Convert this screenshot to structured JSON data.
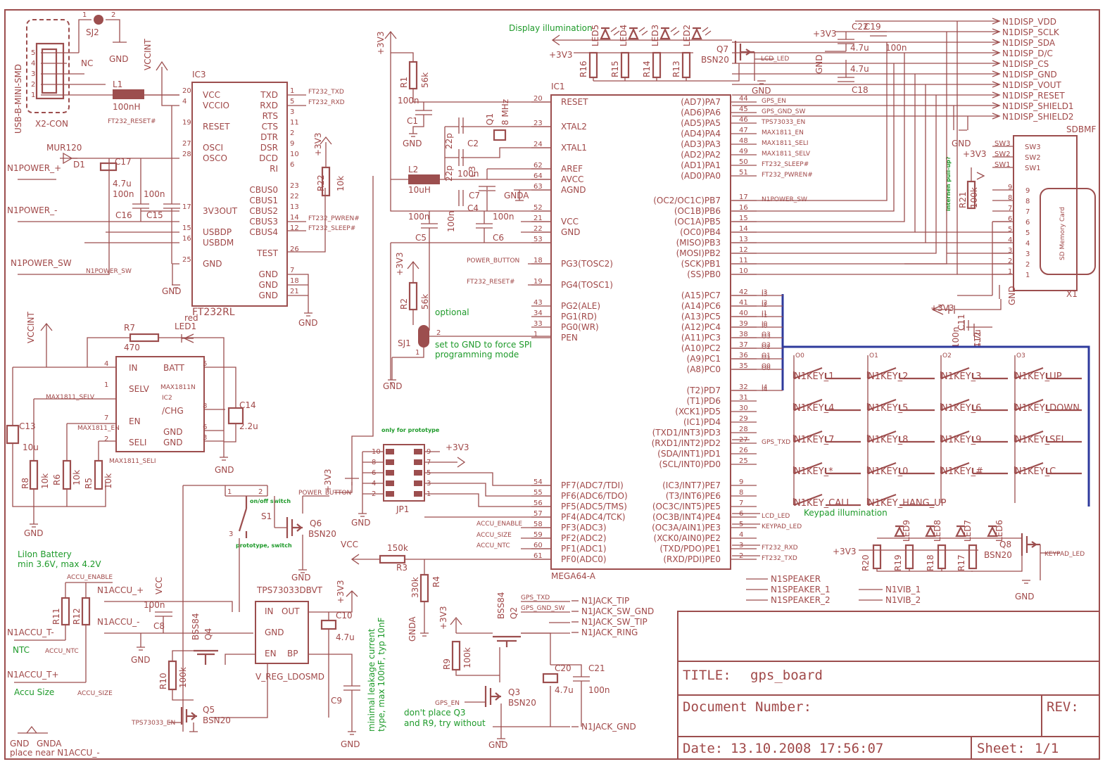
{
  "title_block": {
    "title_label": "TITLE:",
    "title_value": "gps_board",
    "docnum_label": "Document Number:",
    "rev_label": "REV:",
    "date_label": "Date:",
    "date_value": "13.10.2008 17:56:07",
    "sheet_label": "Sheet:",
    "sheet_value": "1/1"
  },
  "usb": {
    "name": "USB-B-MINI-SMD",
    "ref": "X2-CON",
    "pins": [
      "5",
      "4",
      "3",
      "2",
      "1"
    ],
    "nc": "NC",
    "jumper": "SJ2",
    "j1": "1",
    "j2": "2",
    "gnd": "GND",
    "vccint": "VCCINT"
  },
  "ft232": {
    "ref": "IC3",
    "part": "FT232RL",
    "left_pins": [
      {
        "num": "20",
        "name": "VCC"
      },
      {
        "num": "4",
        "name": "VCCIO"
      },
      {
        "num": "19",
        "name": "RESET"
      },
      {
        "num": "27",
        "name": "OSCI"
      },
      {
        "num": "28",
        "name": "OSCO"
      },
      {
        "num": "17",
        "name": "3V3OUT"
      },
      {
        "num": "15",
        "name": "USBDP"
      },
      {
        "num": "16",
        "name": "USBDM"
      },
      {
        "num": "25",
        "name": "GND"
      }
    ],
    "right_pins": [
      {
        "num": "1",
        "name": "TXD"
      },
      {
        "num": "5",
        "name": "RXD"
      },
      {
        "num": "3",
        "name": "RTS"
      },
      {
        "num": "11",
        "name": "CTS"
      },
      {
        "num": "2",
        "name": "DTR"
      },
      {
        "num": "9",
        "name": "DSR"
      },
      {
        "num": "10",
        "name": "DCD"
      },
      {
        "num": "6",
        "name": "RI"
      },
      {
        "num": "23",
        "name": "CBUS0"
      },
      {
        "num": "22",
        "name": "CBUS1"
      },
      {
        "num": "13",
        "name": "CBUS2"
      },
      {
        "num": "14",
        "name": "CBUS3"
      },
      {
        "num": "12",
        "name": "CBUS4"
      },
      {
        "num": "26",
        "name": "TEST"
      },
      {
        "num": "7",
        "name": "GND"
      },
      {
        "num": "18",
        "name": "GND"
      },
      {
        "num": "21",
        "name": "GND"
      }
    ],
    "net_txd": "FT232_TXD",
    "net_rxd": "FT232_RXD",
    "net_pwren": "FT232_PWREN#",
    "net_sleep": "FT232_SLEEP#",
    "net_reset": "FT232_RESET#"
  },
  "mcu": {
    "ref": "IC1",
    "part": "MEGA64-A",
    "left_pins": [
      {
        "num": "20",
        "name": "RESET"
      },
      {
        "num": "23",
        "name": "XTAL2"
      },
      {
        "num": "24",
        "name": "XTAL1"
      },
      {
        "num": "62",
        "name": "AREF"
      },
      {
        "num": "64",
        "name": "AVCC"
      },
      {
        "num": "63",
        "name": "AGND"
      },
      {
        "num": "52",
        "name": ""
      },
      {
        "num": "21",
        "name": "VCC"
      },
      {
        "num": "22",
        "name": "GND"
      },
      {
        "num": "53",
        "name": ""
      },
      {
        "num": "18",
        "name": "PG3(TOSC2)"
      },
      {
        "num": "19",
        "name": "PG4(TOSC1)"
      },
      {
        "num": "43",
        "name": "PG2(ALE)"
      },
      {
        "num": "34",
        "name": "PG1(RD)"
      },
      {
        "num": "33",
        "name": "PG0(WR)"
      },
      {
        "num": "1",
        "name": "PEN"
      },
      {
        "num": "54",
        "name": "PF7(ADC7/TDI)"
      },
      {
        "num": "55",
        "name": "PF6(ADC6/TDO)"
      },
      {
        "num": "56",
        "name": "PF5(ADC5/TMS)"
      },
      {
        "num": "57",
        "name": "PF4(ADC4/TCK)"
      },
      {
        "num": "58",
        "name": "PF3(ADC3)"
      },
      {
        "num": "59",
        "name": "PF2(ADC2)"
      },
      {
        "num": "60",
        "name": "PF1(ADC1)"
      },
      {
        "num": "61",
        "name": "PF0(ADC0)"
      }
    ],
    "right_pins": [
      {
        "num": "44",
        "name": "(AD7)PA7",
        "net": "GPS_EN"
      },
      {
        "num": "45",
        "name": "(AD6)PA6",
        "net": "GPS_GND_SW"
      },
      {
        "num": "46",
        "name": "(AD5)PA5",
        "net": "TPS73033_EN"
      },
      {
        "num": "47",
        "name": "(AD4)PA4",
        "net": "MAX1811_EN"
      },
      {
        "num": "48",
        "name": "(AD3)PA3",
        "net": "MAX1811_SELI"
      },
      {
        "num": "49",
        "name": "(AD2)PA2",
        "net": "MAX1811_SELV"
      },
      {
        "num": "50",
        "name": "(AD1)PA1",
        "net": "FT232_SLEEP#"
      },
      {
        "num": "51",
        "name": "(AD0)PA0",
        "net": "FT232_PWREN#"
      },
      {
        "num": "17",
        "name": "(OC2/OC1C)PB7",
        "net": "N1POWER_SW"
      },
      {
        "num": "16",
        "name": "(OC1B)PB6",
        "net": ""
      },
      {
        "num": "15",
        "name": "(OC1A)PB5",
        "net": ""
      },
      {
        "num": "14",
        "name": "(OC0)PB4",
        "net": ""
      },
      {
        "num": "13",
        "name": "(MISO)PB3",
        "net": ""
      },
      {
        "num": "12",
        "name": "(MOSI)PB2",
        "net": ""
      },
      {
        "num": "11",
        "name": "(SCK)PB1",
        "net": ""
      },
      {
        "num": "10",
        "name": "(SS)PB0",
        "net": ""
      },
      {
        "num": "42",
        "name": "(A15)PC7",
        "net": "I3"
      },
      {
        "num": "41",
        "name": "(A14)PC6",
        "net": "I2"
      },
      {
        "num": "40",
        "name": "(A13)PC5",
        "net": "I1"
      },
      {
        "num": "39",
        "name": "(A12)PC4",
        "net": "I0"
      },
      {
        "num": "38",
        "name": "(A11)PC3",
        "net": "O3"
      },
      {
        "num": "37",
        "name": "(A10)PC2",
        "net": "O2"
      },
      {
        "num": "36",
        "name": "(A9)PC1",
        "net": "O1"
      },
      {
        "num": "35",
        "name": "(A8)PC0",
        "net": "O0"
      },
      {
        "num": "32",
        "name": "(T2)PD7",
        "net": "I4"
      },
      {
        "num": "31",
        "name": "(T1)PD6",
        "net": ""
      },
      {
        "num": "30",
        "name": "(XCK1)PD5",
        "net": ""
      },
      {
        "num": "29",
        "name": "(IC1)PD4",
        "net": ""
      },
      {
        "num": "28",
        "name": "(TXD1/INT3)PD3",
        "net": ""
      },
      {
        "num": "27",
        "name": "(RXD1/INT2)PD2",
        "net": "GPS_TXD"
      },
      {
        "num": "26",
        "name": "(SDA/INT1)PD1",
        "net": ""
      },
      {
        "num": "25",
        "name": "(SCL/INT0)PD0",
        "net": ""
      },
      {
        "num": "9",
        "name": "(IC3/INT7)PE7",
        "net": ""
      },
      {
        "num": "8",
        "name": "(T3/INT6)PE6",
        "net": ""
      },
      {
        "num": "7",
        "name": "(OC3C/INT5)PE5",
        "net": ""
      },
      {
        "num": "6",
        "name": "(OC3B/INT4)PE4",
        "net": "LCD_LED"
      },
      {
        "num": "5",
        "name": "(OC3A/AIN1)PE3",
        "net": "KEYPAD_LED"
      },
      {
        "num": "4",
        "name": "(XCK0/AIN0)PE2",
        "net": ""
      },
      {
        "num": "3",
        "name": "(TXD/PDO)PE1",
        "net": "FT232_RXD"
      },
      {
        "num": "2",
        "name": "(RXD/PDI)PE0",
        "net": "FT232_TXD"
      }
    ],
    "net_power_button": "POWER_BUTTON",
    "net_ft232_reset": "FT232_RESET#",
    "net_accu_enable": "ACCU_ENABLE",
    "net_accu_size": "ACCU_SIZE",
    "net_accu_ntc": "ACCU_NTC"
  },
  "display_nets": [
    "N1DISP_VDD",
    "N1DISP_SCLK",
    "N1DISP_SDA",
    "N1DISP_D/C",
    "N1DISP_CS",
    "N1DISP_GND",
    "N1DISP_VOUT",
    "N1DISP_RESET",
    "N1DISP_SHIELD1",
    "N1DISP_SHIELD2"
  ],
  "sd": {
    "name": "SDBMF",
    "ref": "X1",
    "label": "SD Memory Card",
    "sw": [
      "SW3",
      "SW2",
      "SW1"
    ],
    "pins": [
      "9",
      "8",
      "7",
      "6",
      "5",
      "4",
      "3",
      "2",
      "1"
    ],
    "pullup": "internen pull-up?"
  },
  "keys": [
    [
      "N1KEY_1",
      "N1KEY_2",
      "N1KEY_3",
      "N1KEY_UP"
    ],
    [
      "N1KEY_4",
      "N1KEY_5",
      "N1KEY_6",
      "N1KEY_DOWN"
    ],
    [
      "N1KEY_7",
      "N1KEY_8",
      "N1KEY_9",
      "N1KEY_SEL"
    ],
    [
      "N1KEY_*",
      "N1KEY_0",
      "N1KEY_#",
      "N1KEY_C"
    ]
  ],
  "key_bottom": [
    "N1KEY_CALL",
    "N1KEY_HANG_UP"
  ],
  "key_col_labels": [
    "O0",
    "O1",
    "O2",
    "O3"
  ],
  "key_row_labels": [
    "I0",
    "I1",
    "I2",
    "I3",
    "I4"
  ],
  "connectors_left": [
    "N1POWER_+",
    "N1POWER_-",
    "N1POWER_SW",
    "N1ACCU_+",
    "N1ACCU_-",
    "N1ACCU_T-",
    "N1ACCU_T+"
  ],
  "jack_nets": [
    "N1JACK_TIP",
    "N1JACK_SW_GND",
    "N1JACK_SW_TIP",
    "N1JACK_RING",
    "N1JACK_GND"
  ],
  "speaker_nets": [
    "N1SPEAKER",
    "N1SPEAKER_1",
    "N1SPEAKER_2",
    "N1VIB_1",
    "N1VIB_2"
  ],
  "notes": {
    "display_illum": "Display illumination",
    "keypad_illum": "Keypad illumination",
    "optional": "optional",
    "spi1": "set to GND to force SPI",
    "spi2": "programming mode",
    "proto_only": "only for prototype",
    "onoff": "on/off switch",
    "proto_switch": "prototype, switch",
    "lion1": "LiIon Battery",
    "lion2": "min 3.6V, max 4.2V",
    "ntc": "NTC",
    "accu_size": "Accu Size",
    "leak1": "minimal leakage current",
    "leak2": "type, max 100nF, typ 10nF",
    "q3a": "don't place Q3",
    "q3b": "and R9, try without",
    "near": "place near N1ACCU_-"
  },
  "power_labels": {
    "p3v3": "+3V3",
    "vcc": "VCC",
    "gnd": "GND",
    "gnda": "GNDA",
    "vccint": "VCCINT"
  }
}
